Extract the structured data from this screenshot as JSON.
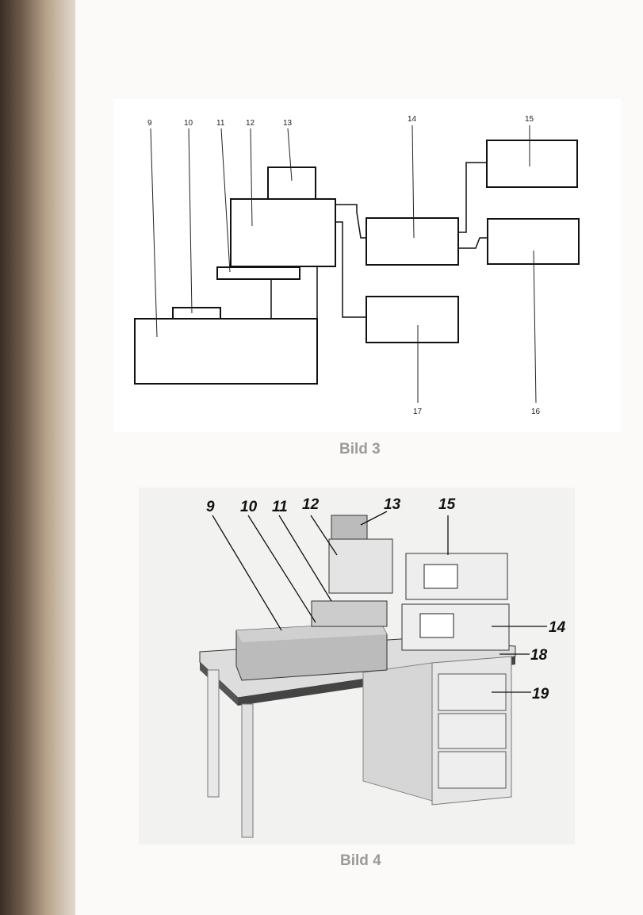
{
  "figure3": {
    "caption": "Bild 3",
    "labels": {
      "l9": "9",
      "l10": "10",
      "l11": "11",
      "l12": "12",
      "l13": "13",
      "l14": "14",
      "l15": "15",
      "l16": "16",
      "l17": "17"
    }
  },
  "figure4": {
    "caption": "Bild 4",
    "labels": {
      "l9": "9",
      "l10": "10",
      "l11": "11",
      "l12": "12",
      "l13": "13",
      "l14": "14",
      "l15": "15",
      "l18": "18",
      "l19": "19"
    }
  }
}
